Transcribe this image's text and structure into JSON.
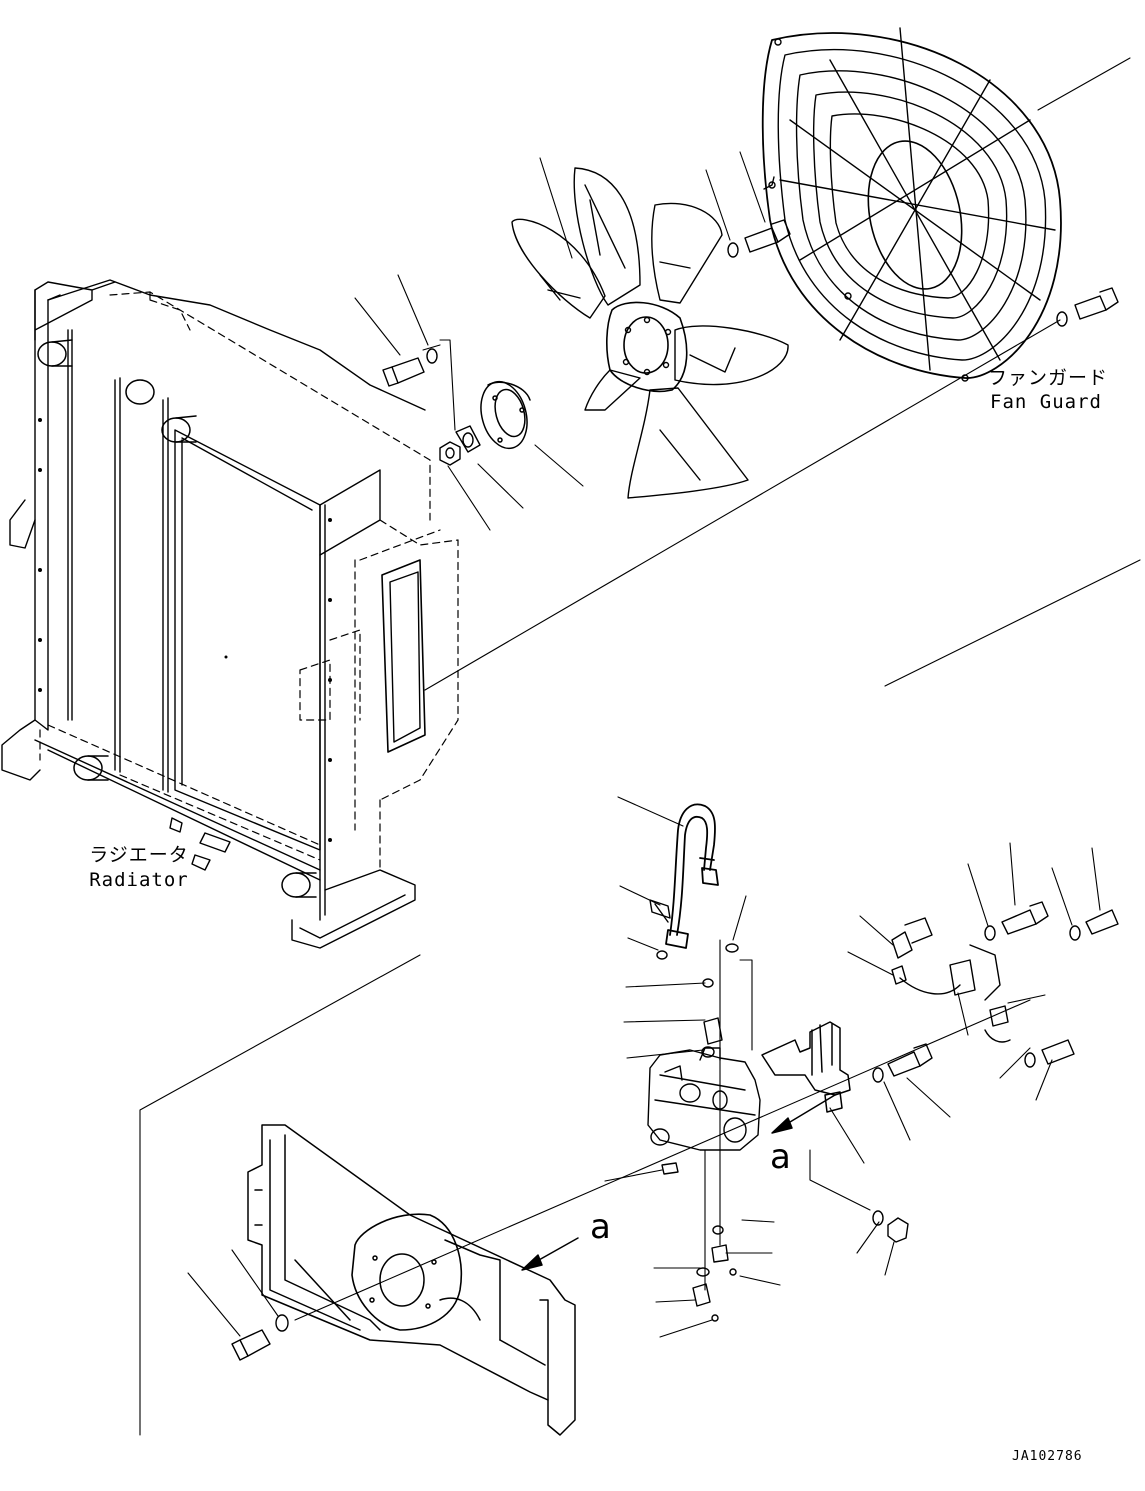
{
  "labels": {
    "fan_guard_jp": "ファンガード",
    "fan_guard_en": "Fan Guard",
    "radiator_jp": "ラジエータ",
    "radiator_en": "Radiator",
    "view_a_upper": "a",
    "view_a_lower": "a",
    "drawing_code": "JA102786"
  },
  "colors": {
    "ink": "#000000",
    "paper": "#ffffff"
  }
}
